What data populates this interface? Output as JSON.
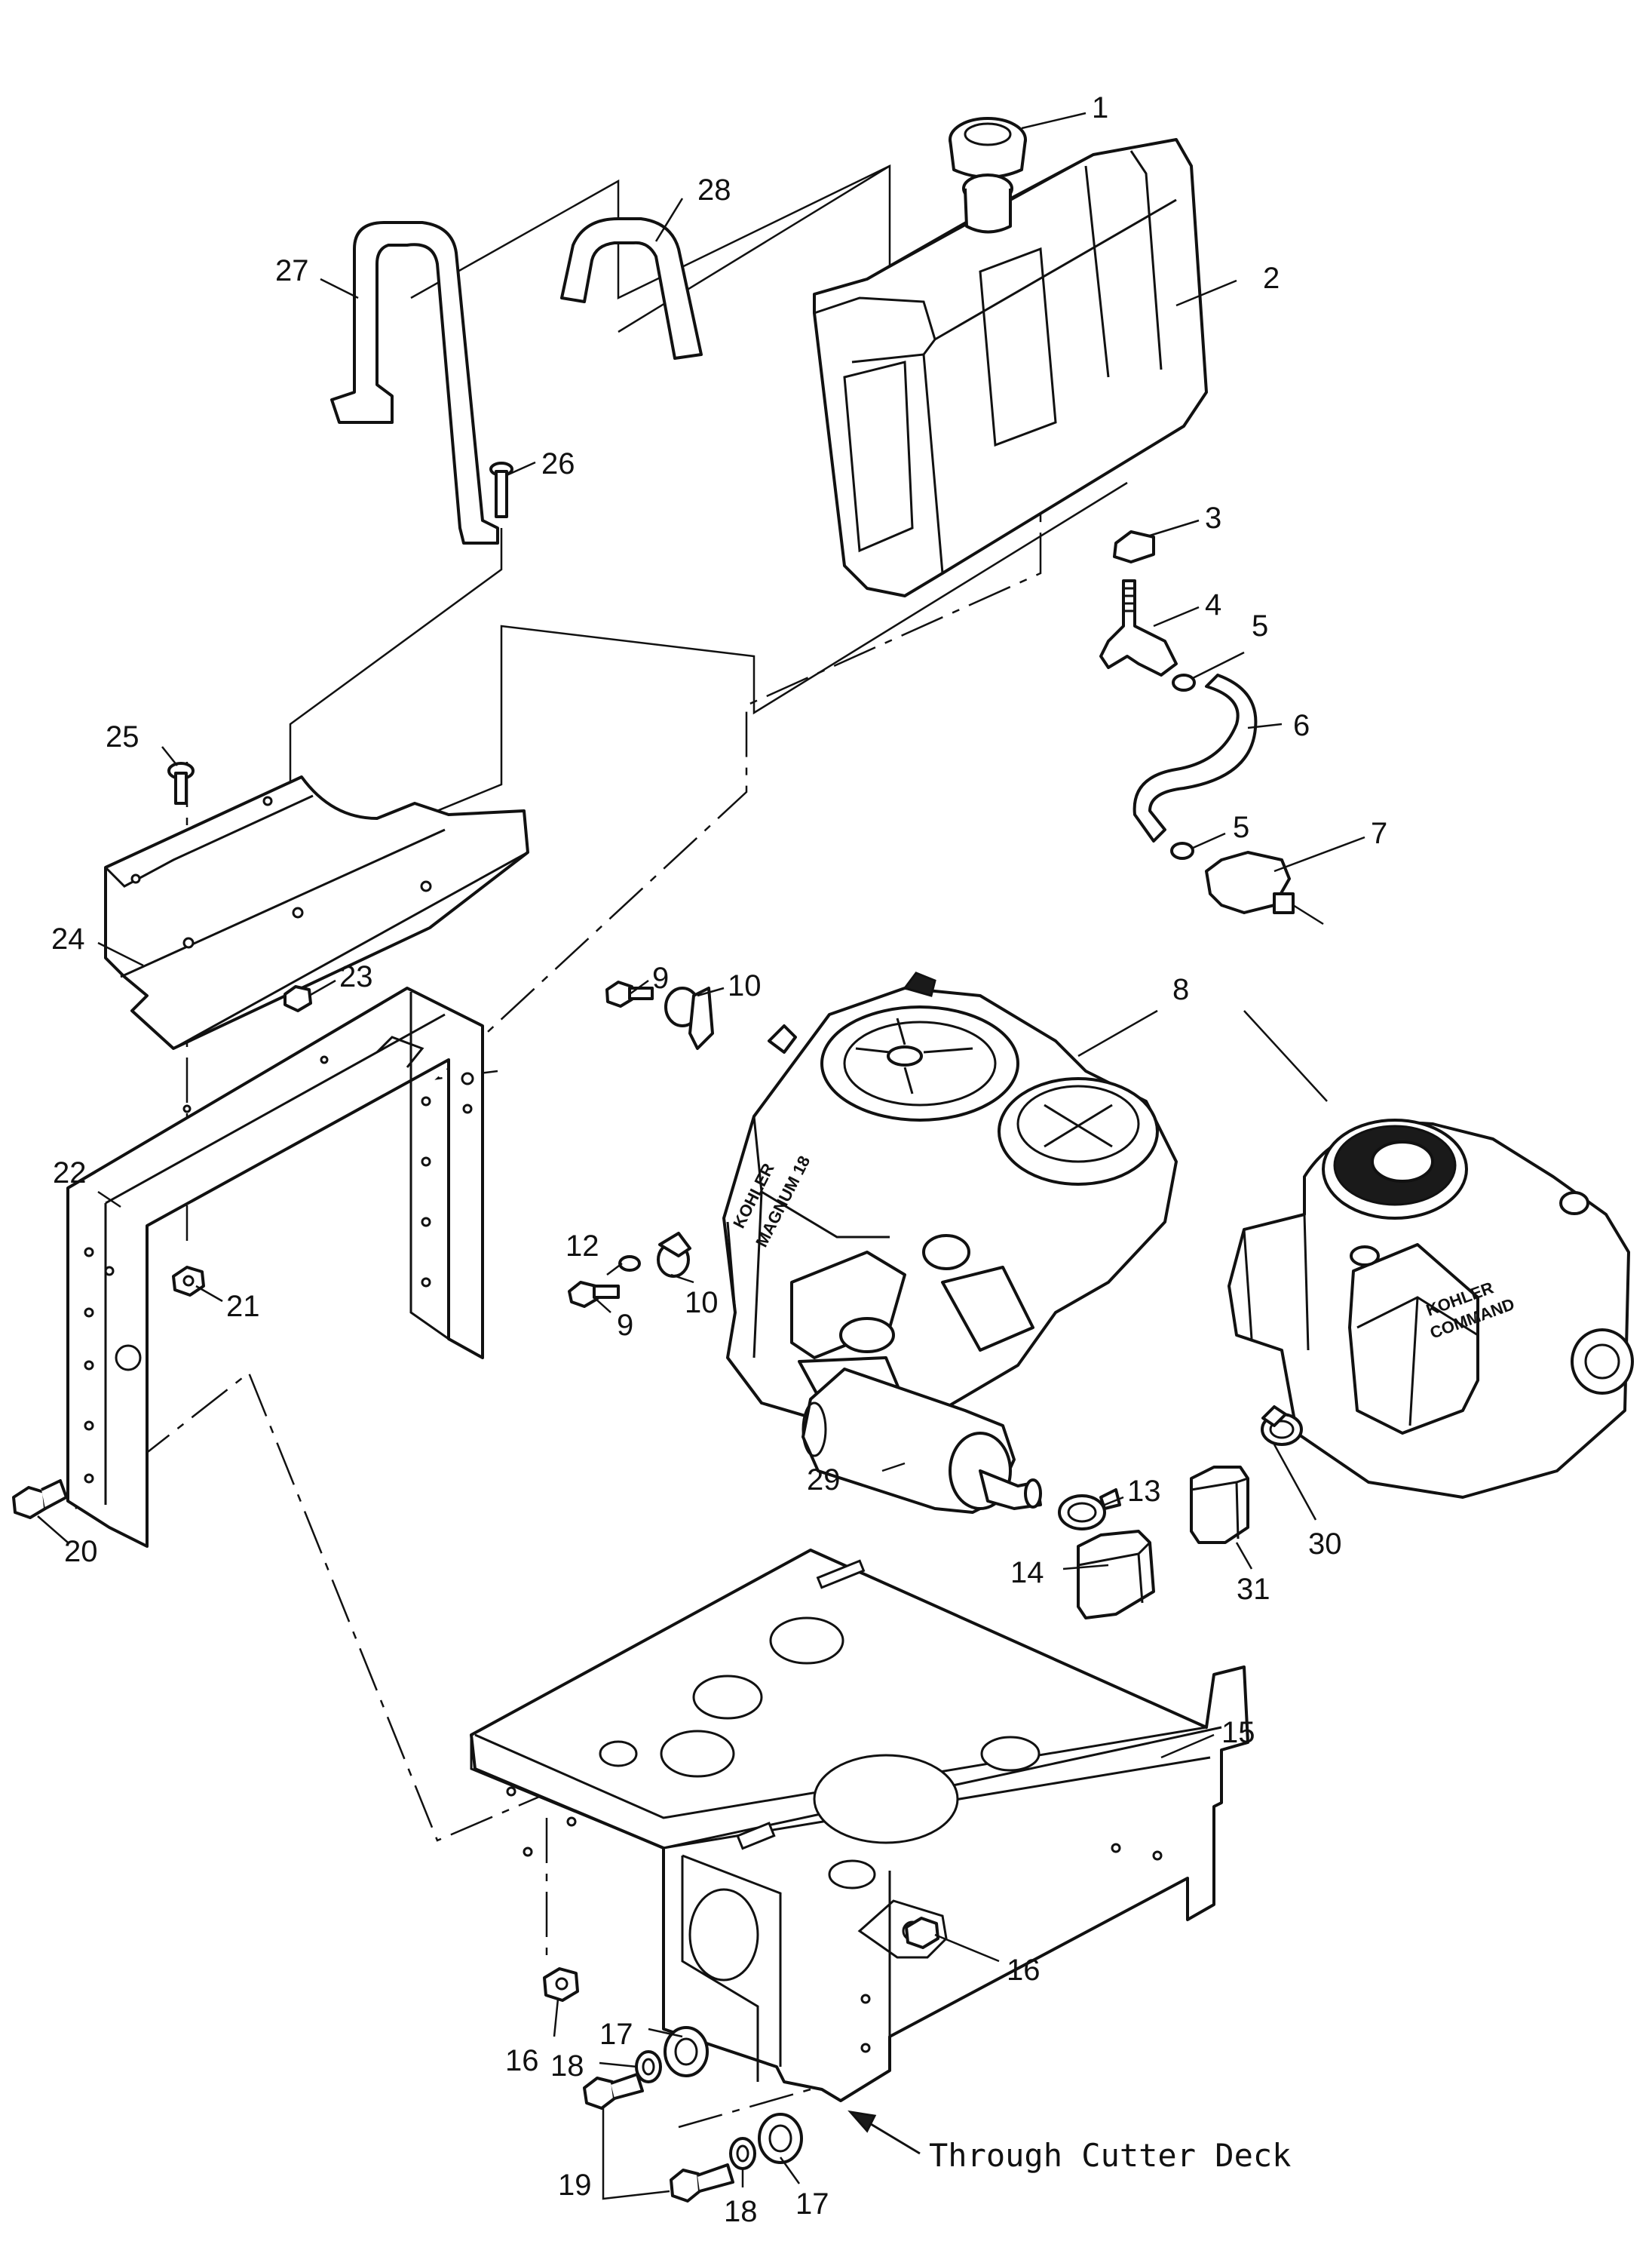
{
  "diagram": {
    "callouts": [
      "1",
      "2",
      "3",
      "4",
      "5",
      "6",
      "5",
      "7",
      "8",
      "9",
      "10",
      "9",
      "10",
      "12",
      "13",
      "14",
      "15",
      "16",
      "16",
      "17",
      "17",
      "18",
      "18",
      "19",
      "20",
      "21",
      "22",
      "23",
      "24",
      "25",
      "26",
      "27",
      "28",
      "29",
      "30",
      "31"
    ],
    "note": "Through Cutter Deck",
    "engine_labels": [
      "KOHLER",
      "MAGNUM 18",
      "KOHLER",
      "COMMAND"
    ]
  }
}
